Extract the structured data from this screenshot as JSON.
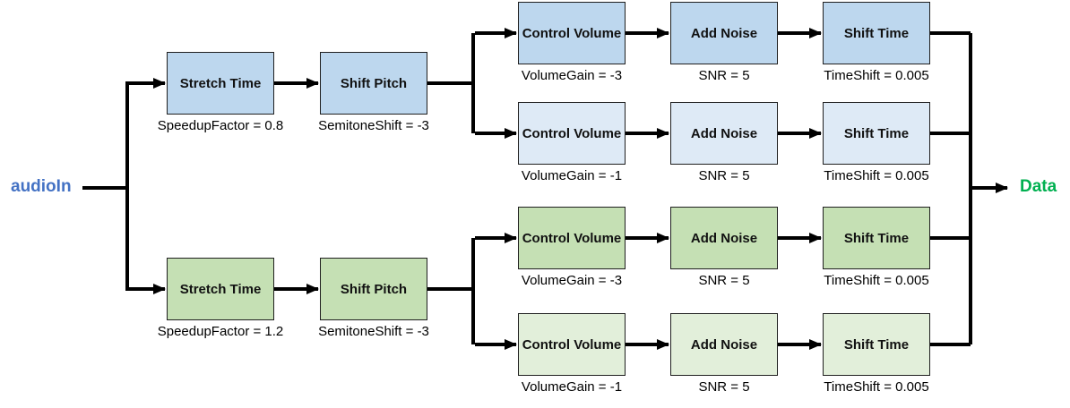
{
  "colors": {
    "blue-dark": "#BDD7EE",
    "blue-light": "#DEEAF6",
    "green-dark": "#C5E0B4",
    "green-light": "#E2EFDA",
    "input-color": "#4472C4",
    "output-color": "#00B050",
    "wire-color": "#000000"
  },
  "input": {
    "label": "audioIn"
  },
  "output": {
    "label": "Data"
  },
  "nodes": [
    {
      "label": "Stretch Time",
      "caption": "SpeedupFactor = 0.8",
      "style": "blue-dark"
    },
    {
      "label": "Shift Pitch",
      "caption": "SemitoneShift = -3",
      "style": "blue-dark"
    },
    {
      "label": "Control Volume",
      "caption": "VolumeGain = -3",
      "style": "blue-dark"
    },
    {
      "label": "Add Noise",
      "caption": "SNR = 5",
      "style": "blue-dark"
    },
    {
      "label": "Shift Time",
      "caption": "TimeShift = 0.005",
      "style": "blue-dark"
    },
    {
      "label": "Control Volume",
      "caption": "VolumeGain = -1",
      "style": "blue-light"
    },
    {
      "label": "Add Noise",
      "caption": "SNR = 5",
      "style": "blue-light"
    },
    {
      "label": "Shift Time",
      "caption": "TimeShift = 0.005",
      "style": "blue-light"
    },
    {
      "label": "Stretch Time",
      "caption": "SpeedupFactor = 1.2",
      "style": "green-dark"
    },
    {
      "label": "Shift Pitch",
      "caption": "SemitoneShift = -3",
      "style": "green-dark"
    },
    {
      "label": "Control Volume",
      "caption": "VolumeGain = -3",
      "style": "green-dark"
    },
    {
      "label": "Add Noise",
      "caption": "SNR = 5",
      "style": "green-dark"
    },
    {
      "label": "Shift Time",
      "caption": "TimeShift = 0.005",
      "style": "green-dark"
    },
    {
      "label": "Control Volume",
      "caption": "VolumeGain = -1",
      "style": "green-light"
    },
    {
      "label": "Add Noise",
      "caption": "SNR = 5",
      "style": "green-light"
    },
    {
      "label": "Shift Time",
      "caption": "TimeShift = 0.005",
      "style": "green-light"
    }
  ]
}
